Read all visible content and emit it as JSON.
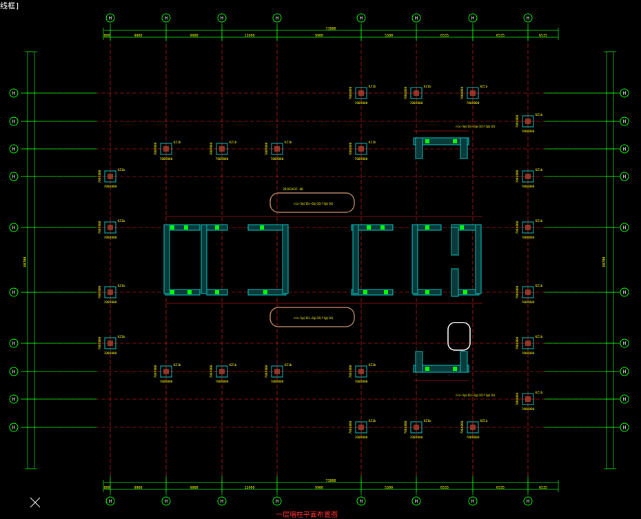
{
  "window": {
    "title_fragment": "线框]"
  },
  "plan": {
    "axis_label_top": [
      "H",
      "H",
      "H",
      "H",
      "H",
      "H",
      "H",
      "H",
      "H",
      "H"
    ],
    "axis_label_side": [
      "H",
      "H",
      "H",
      "H",
      "H",
      "H",
      "H",
      "H",
      "H",
      "H",
      "H",
      "H"
    ],
    "overall_dimension": "73000",
    "spans_top": [
      "800",
      "9900",
      "9900",
      "13000",
      "9900",
      "5300",
      "6535"
    ],
    "overall_side": "60700",
    "column_tags": [
      "KZ1b",
      "KZ1b",
      "KZ1b",
      "KZ1b",
      "KZ1b",
      "KZ1b",
      "KZ1b",
      "KZ1b",
      "KZ1b",
      "KZ1b",
      "KZ1b",
      "KZ1b",
      "KZ1b",
      "KZ1b",
      "KZ1b",
      "KZ1b",
      "KZ1b",
      "KZ1b",
      "KZ1b",
      "KZ1b",
      "KZ1b",
      "KZ1b",
      "KZ1b",
      "KZ1b",
      "KZ1b",
      "KZ1b",
      "KZ1b",
      "KZ1b",
      "KZ1b",
      "KZ1b"
    ],
    "column_size": "700X800",
    "cloud_note": "3D1B2A37.6B",
    "note_upper": "n1a-5@(16)+1@(16)Y1@(16)",
    "note_lower": "n1a-5@(16)+1@(16)Y1@(16)",
    "caption": "一层墙柱平面布置图"
  },
  "colors": {
    "grid": "#ff2020",
    "axis_line": "#00ff00",
    "text": "#ffff00",
    "wall": "#00c8c8",
    "cloud": "#b08060",
    "bg": "#000000"
  }
}
